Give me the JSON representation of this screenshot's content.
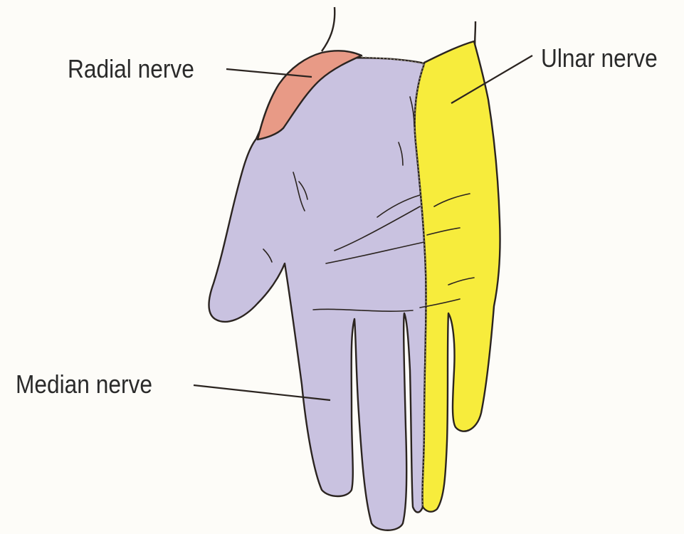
{
  "labels": {
    "radial": "Radial nerve",
    "ulnar": "Ulnar nerve",
    "median": "Median nerve"
  },
  "colors": {
    "radial_region": "#e89a86",
    "median_region": "#c9c2e0",
    "ulnar_region": "#f7ec3c",
    "outline": "#2b2420",
    "background": "#fdfcf8"
  }
}
